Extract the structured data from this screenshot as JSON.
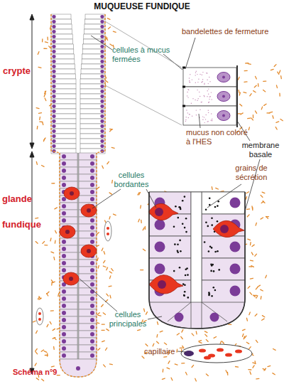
{
  "diagram": {
    "title": "MUQUEUSE FUNDIQUE",
    "labels": [
      "crypte",
      "glande fundique",
      "cellules à mucus fermées",
      "bandelettes de fermeture",
      "mucus non coloré à l'HES",
      "membrane basale",
      "grains de sécrétion",
      "cellules bordantes",
      "cellules principales",
      "capillaire",
      "Schéma n°9"
    ]
  }
}
